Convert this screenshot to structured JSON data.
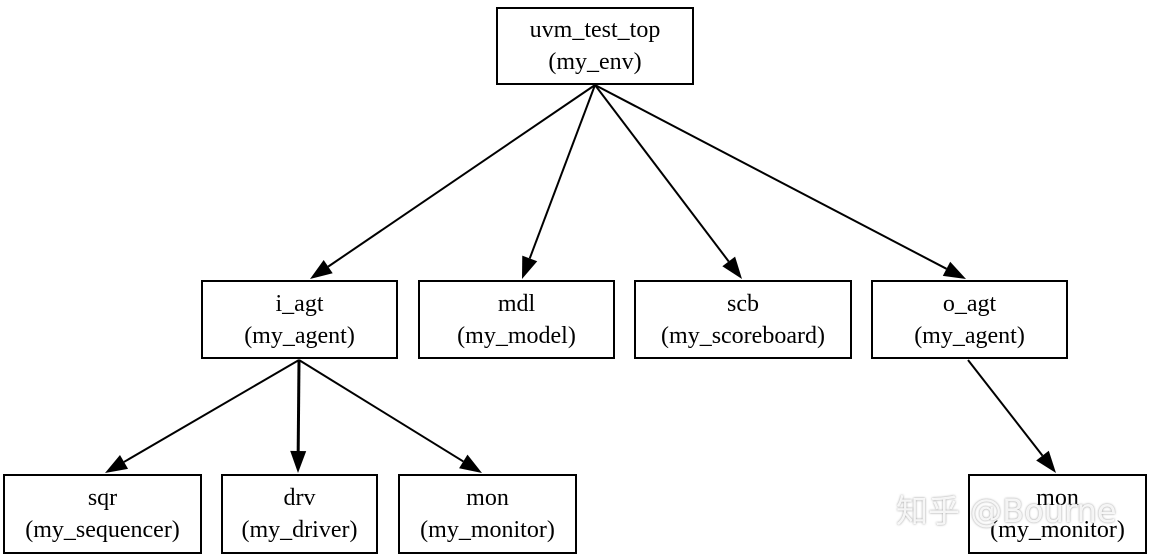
{
  "nodes": [
    {
      "id": "top",
      "line1": "uvm_test_top",
      "line2": "(my_env)"
    },
    {
      "id": "i_agt",
      "line1": "i_agt",
      "line2": "(my_agent)"
    },
    {
      "id": "mdl",
      "line1": "mdl",
      "line2": "(my_model)"
    },
    {
      "id": "scb",
      "line1": "scb",
      "line2": "(my_scoreboard)"
    },
    {
      "id": "o_agt",
      "line1": "o_agt",
      "line2": "(my_agent)"
    },
    {
      "id": "sqr",
      "line1": "sqr",
      "line2": "(my_sequencer)"
    },
    {
      "id": "drv",
      "line1": "drv",
      "line2": "(my_driver)"
    },
    {
      "id": "mon_i",
      "line1": "mon",
      "line2": "(my_monitor)"
    },
    {
      "id": "mon_o",
      "line1": "mon",
      "line2": "(my_monitor)"
    }
  ],
  "edges": [
    {
      "from": "top",
      "to": "i_agt"
    },
    {
      "from": "top",
      "to": "mdl"
    },
    {
      "from": "top",
      "to": "scb"
    },
    {
      "from": "top",
      "to": "o_agt"
    },
    {
      "from": "i_agt",
      "to": "sqr"
    },
    {
      "from": "i_agt",
      "to": "drv"
    },
    {
      "from": "i_agt",
      "to": "mon_i"
    },
    {
      "from": "o_agt",
      "to": "mon_o"
    }
  ],
  "watermark": "知乎 @Bourne"
}
